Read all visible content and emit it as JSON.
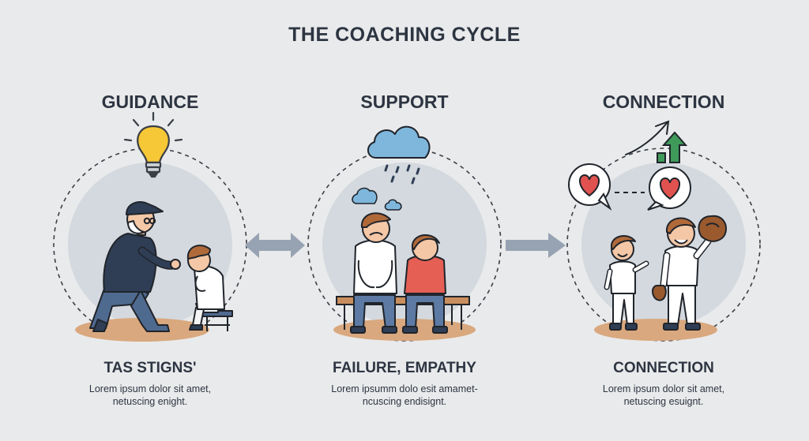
{
  "title": "THE COACHING CYCLE",
  "stages": [
    {
      "heading": "GUIDANCE",
      "subheading": "TAS STIGNS'",
      "caption_line1": "Lorem ipsum dolor sit amet,",
      "caption_line2": "netuscing enight."
    },
    {
      "heading": "SUPPORT",
      "subheading": "FAILURE, EMPATHY",
      "caption_line1": "Lorem ipsumm dolo esit amamet-",
      "caption_line2": "ncuscing endisignt."
    },
    {
      "heading": "CONNECTION",
      "subheading": "CONNECTION",
      "caption_line1": "Lorem ipsum dolor sit amet,",
      "caption_line2": "netuscing esuignt."
    }
  ],
  "colors": {
    "background": "#e9eaeb",
    "circle_fill": "#d3d9de",
    "ground": "#d9a87e",
    "navy": "#2f3e55",
    "heart": "#e0524f",
    "bulb": "#f6c736",
    "cloud": "#7fb7dc",
    "shirt_red": "#e65f55",
    "arrow_green": "#3f9a5a",
    "arrow_gray": "#97a3b2"
  },
  "icons": [
    "lightbulb-icon",
    "rain-cloud-icon",
    "heart-icon",
    "trend-arrow-icon",
    "baseball-glove-icon"
  ]
}
